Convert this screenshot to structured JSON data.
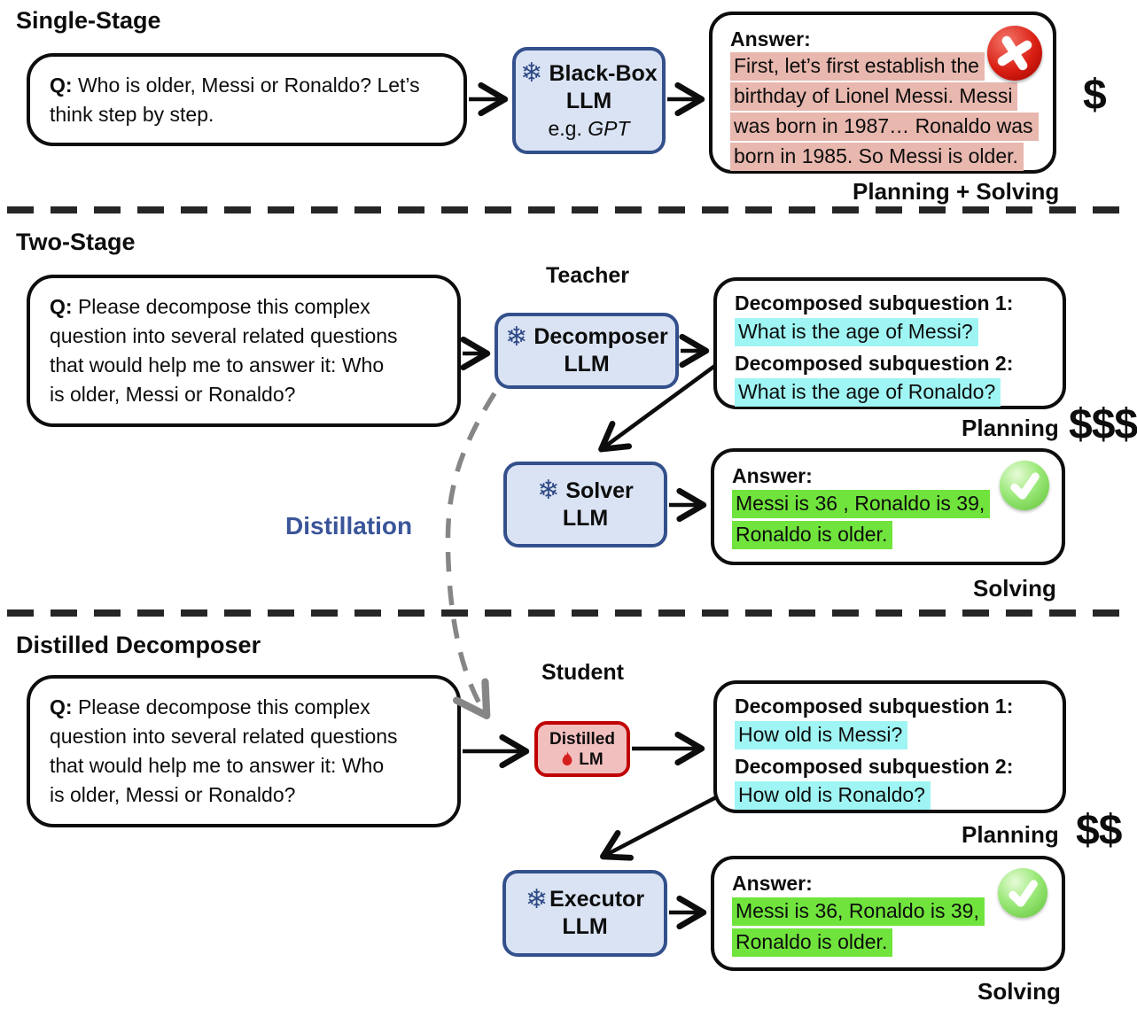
{
  "palette": {
    "box_blue_fill": "#dae3f3",
    "box_blue_border": "#33508c",
    "box_red_fill": "#f2bfbf",
    "box_red_border": "#c00000",
    "highlight_pink": "#e8b7ae",
    "highlight_cyan": "#9ff5f3",
    "highlight_green": "#70e43c",
    "distillation_blue": "#3a5599"
  },
  "icons": {
    "snowflake": "❄"
  },
  "single_stage": {
    "heading": "Single-Stage",
    "q_prefix": "Q:",
    "q_lines": [
      " Who is older, Messi or Ronaldo? Let’s",
      "think step by step."
    ],
    "model": {
      "name_line1": "Black-Box",
      "name_line2": "LLM",
      "eg_prefix": "e.g. ",
      "eg_model": "GPT"
    },
    "answer_label": "Answer:",
    "answer_lines": [
      "First, let’s first establish the",
      "birthday of Lionel Messi. Messi",
      "was born in 1987… Ronaldo was",
      "born in 1985. So Messi is older."
    ],
    "caption": "Planning + Solving",
    "cost": "$"
  },
  "two_stage": {
    "heading": "Two-Stage",
    "q_prefix": "Q:",
    "q_lines": [
      " Please decompose this complex",
      "question into several related questions",
      "that would help me to answer it: Who",
      "is older, Messi or Ronaldo?"
    ],
    "teacher_label": "Teacher",
    "decomposer_line1": "Decomposer",
    "decomposer_line2": "LLM",
    "sub_label1": "Decomposed subquestion 1:",
    "sub_q1": "What is the age of Messi?",
    "sub_label2": "Decomposed subquestion 2:",
    "sub_q2": "What is the age of Ronaldo?",
    "planning_caption": "Planning",
    "planning_cost": "$$$",
    "solver_line1": "Solver",
    "solver_line2": "LLM",
    "answer_label": "Answer:",
    "answer_lines": [
      "Messi is 36 , Ronaldo is 39,",
      "Ronaldo is older."
    ],
    "solving_caption": "Solving",
    "distillation_label": "Distillation"
  },
  "distilled_stage": {
    "heading": "Distilled Decomposer",
    "q_prefix": "Q:",
    "q_lines": [
      " Please decompose this complex",
      "question into several related questions",
      "that would help me to answer it: Who",
      "is older, Messi or Ronaldo?"
    ],
    "student_label": "Student",
    "distilled_line1": "Distilled",
    "distilled_line2": "LM",
    "sub_label1": "Decomposed subquestion 1:",
    "sub_q1": "How old is Messi?",
    "sub_label2": "Decomposed subquestion 2:",
    "sub_q2": "How old is Ronaldo?",
    "planning_caption": "Planning",
    "planning_cost": "$$",
    "executor_line1": "Executor",
    "executor_line2": "LLM",
    "answer_label": "Answer:",
    "answer_lines": [
      "Messi is 36, Ronaldo is 39,",
      "Ronaldo is older."
    ],
    "solving_caption": "Solving"
  }
}
